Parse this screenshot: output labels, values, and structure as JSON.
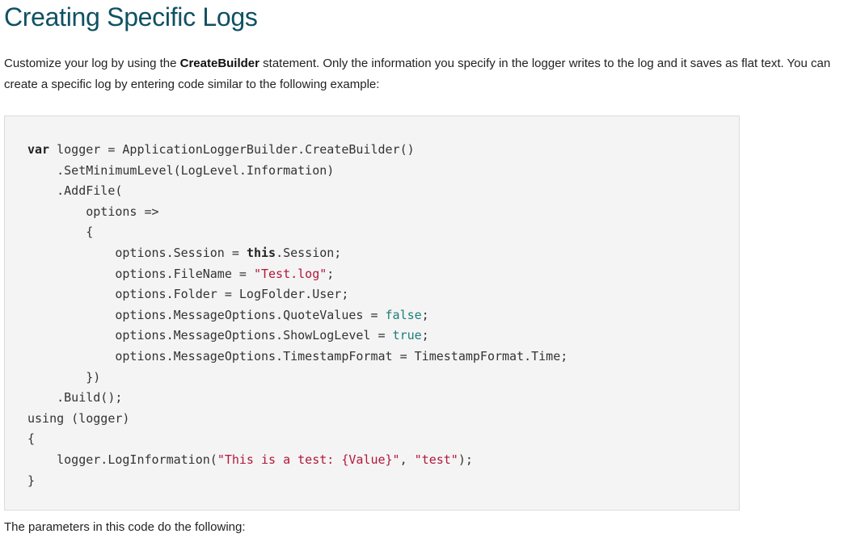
{
  "heading": "Creating Specific Logs",
  "intro": {
    "part1": "Customize your log by using the ",
    "bold": "CreateBuilder",
    "part2": " statement. Only the information you specify in the logger writes to the log and it saves as flat text. You can create a specific log by entering code similar to the following example:"
  },
  "code": {
    "l1_kw": "var",
    "l1_rest": " logger = ApplicationLoggerBuilder.CreateBuilder()",
    "l2": "    .SetMinimumLevel(LogLevel.Information)",
    "l3": "    .AddFile(",
    "l4": "        options =>",
    "l5": "        {",
    "l6_a": "            options.Session = ",
    "l6_kw": "this",
    "l6_b": ".Session;",
    "l7_a": "            options.FileName = ",
    "l7_str": "\"Test.log\"",
    "l7_b": ";",
    "l8": "            options.Folder = LogFolder.User;",
    "l9_a": "            options.MessageOptions.QuoteValues = ",
    "l9_lit": "false",
    "l9_b": ";",
    "l10_a": "            options.MessageOptions.ShowLogLevel = ",
    "l10_lit": "true",
    "l10_b": ";",
    "l11": "            options.MessageOptions.TimestampFormat = TimestampFormat.Time;",
    "l12": "        })",
    "l13": "    .Build();",
    "l14": "using (logger)",
    "l15": "{",
    "l16_a": "    logger.LogInformation(",
    "l16_str1": "\"This is a test: {Value}\"",
    "l16_b": ", ",
    "l16_str2": "\"test\"",
    "l16_c": ");",
    "l17": "}"
  },
  "next_paragraph": "The parameters in this code do the following:"
}
